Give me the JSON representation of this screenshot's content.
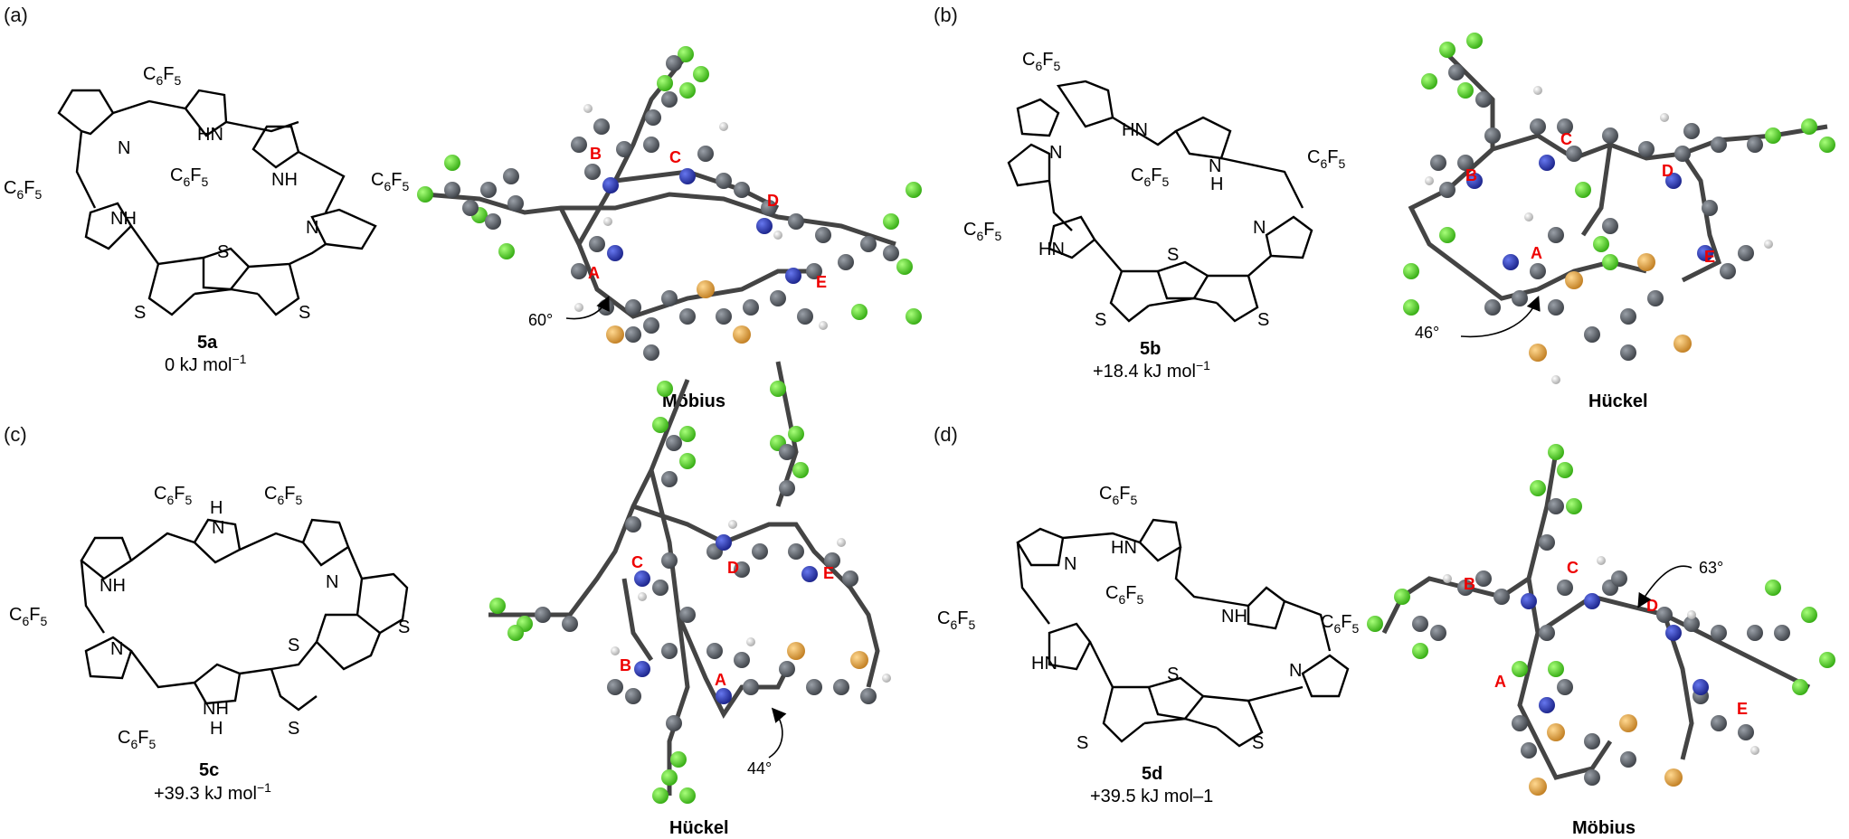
{
  "panels": [
    {
      "label": "(a)",
      "compound": "5a",
      "energy": "0 kJ mol",
      "energy_sup": "−1",
      "model": "Möbius",
      "angle": "60°",
      "rings": [
        "A",
        "B",
        "C",
        "D",
        "E"
      ]
    },
    {
      "label": "(b)",
      "compound": "5b",
      "energy": "+18.4 kJ mol",
      "energy_sup": "−1",
      "model": "Hückel",
      "angle": "46°",
      "rings": [
        "A",
        "B",
        "C",
        "D",
        "E"
      ]
    },
    {
      "label": "(c)",
      "compound": "5c",
      "energy": "+39.3 kJ mol",
      "energy_sup": "−1",
      "model": "Hückel",
      "angle": "44°",
      "rings": [
        "A",
        "B",
        "C",
        "D",
        "E"
      ]
    },
    {
      "label": "(d)",
      "compound": "5d",
      "energy": "+39.5 kJ mol–1",
      "energy_sup": "",
      "model": "Möbius",
      "angle": "63°",
      "rings": [
        "A",
        "B",
        "C",
        "D",
        "E"
      ]
    }
  ],
  "substituent": {
    "main": "C",
    "sub1": "6",
    "mid": "F",
    "sub2": "5"
  },
  "atoms": {
    "N": "N",
    "NH": "NH",
    "HN": "HN",
    "H": "H",
    "S": "S"
  },
  "colors": {
    "carbon": "#5a5f66",
    "nitrogen": "#2233bb",
    "sulfur": "#e0a63a",
    "fluorine": "#55dd22",
    "hydrogen": "#e8e8e8",
    "ring_label": "#e00000"
  }
}
